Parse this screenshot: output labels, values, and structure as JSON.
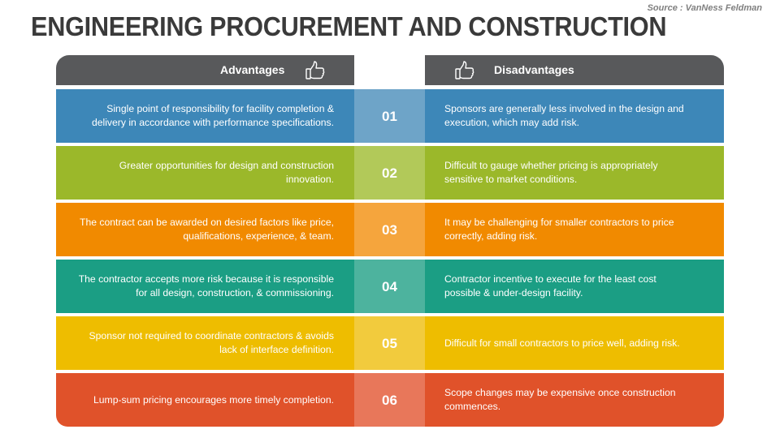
{
  "source": "Source : VanNess Feldman",
  "title": "ENGINEERING PROCUREMENT AND CONSTRUCTION",
  "headers": {
    "advantages": "Advantages",
    "disadvantages": "Disadvantages",
    "advantages_icon": "thumbs-up-icon",
    "disadvantages_icon": "thumbs-up-icon"
  },
  "colors": {
    "header": "#58595b",
    "rows": [
      {
        "side": "#3d87b8",
        "mid": "#6ea4c8"
      },
      {
        "side": "#9bb82a",
        "mid": "#b2c959"
      },
      {
        "side": "#f18a00",
        "mid": "#f5a53d"
      },
      {
        "side": "#1b9e84",
        "mid": "#4db39e"
      },
      {
        "side": "#eebd00",
        "mid": "#f2cb3d"
      },
      {
        "side": "#e0522a",
        "mid": "#e8775a"
      }
    ]
  },
  "rows": [
    {
      "num": "01",
      "advantage": "Single point of responsibility for facility completion & delivery in accordance with performance specifications.",
      "disadvantage": "Sponsors are generally less involved in the design and execution, which may add risk."
    },
    {
      "num": "02",
      "advantage": "Greater opportunities for design and construction innovation.",
      "disadvantage": "Difficult to gauge whether pricing is appropriately sensitive to market conditions."
    },
    {
      "num": "03",
      "advantage": "The contract can be awarded on desired factors like price, qualifications, experience, & team.",
      "disadvantage": "It may be challenging for smaller contractors to price correctly, adding risk."
    },
    {
      "num": "04",
      "advantage": "The contractor accepts more risk because it is responsible for all design, construction, & commissioning.",
      "disadvantage": "Contractor incentive to execute for the least cost possible & under-design facility."
    },
    {
      "num": "05",
      "advantage": "Sponsor not required to coordinate contractors & avoids lack of interface definition.",
      "disadvantage": "Difficult for small contractors to price well, adding risk."
    },
    {
      "num": "06",
      "advantage": "Lump-sum pricing encourages more timely completion.",
      "disadvantage": "Scope changes may be expensive once construction commences."
    }
  ]
}
